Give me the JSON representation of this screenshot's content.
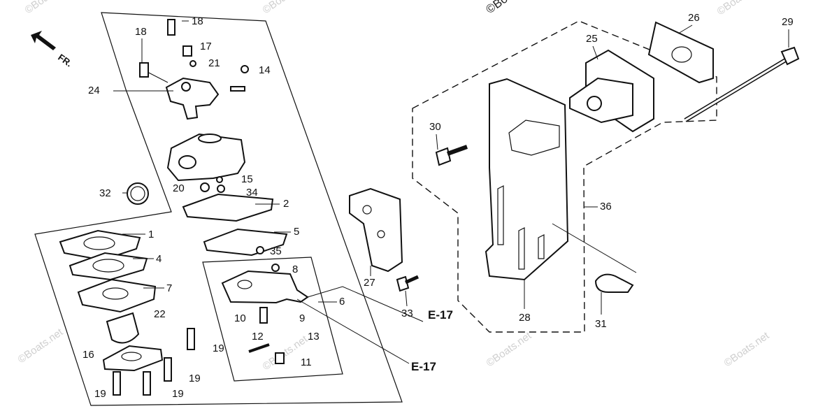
{
  "watermark": "©Boats.net",
  "direction": "FR.",
  "references": [
    "E-17",
    "E-17"
  ],
  "parts": [
    "1",
    "2",
    "4",
    "5",
    "6",
    "7",
    "8",
    "9",
    "10",
    "11",
    "12",
    "13",
    "14",
    "15",
    "16",
    "17",
    "18",
    "18",
    "19",
    "19",
    "19",
    "19",
    "20",
    "21",
    "22",
    "24",
    "25",
    "26",
    "27",
    "28",
    "29",
    "30",
    "31",
    "32",
    "33",
    "34",
    "35",
    "36"
  ]
}
